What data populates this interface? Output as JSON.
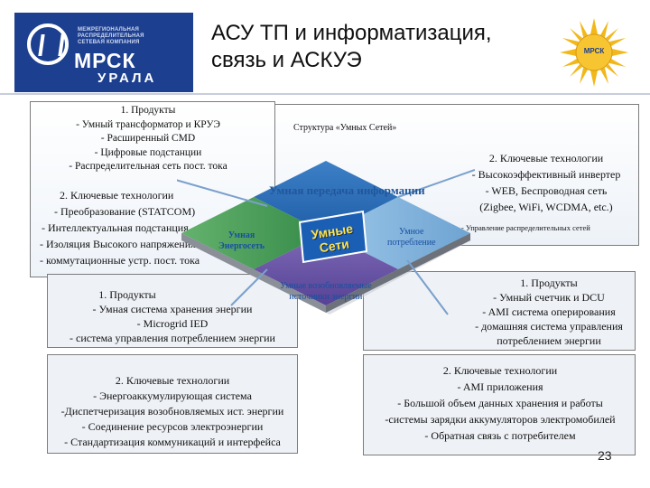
{
  "header": {
    "logo_small": [
      "МЕЖРЕГИОНАЛЬНАЯ",
      "РАСПРЕДЕЛИТЕЛЬНАЯ",
      "СЕТЕВАЯ КОМПАНИЯ"
    ],
    "logo_big": "МРСК",
    "logo_region": "УРАЛА",
    "title_line1": "АСУ ТП и информатизация,",
    "title_line2": "связь и АСКУЭ",
    "sun_label": "МРСК"
  },
  "panel_top_left": {
    "lines": [
      "1. Продукты",
      "- Умный трансформатор и КРУЭ",
      "- Расширенный CMD",
      "- Цифровые подстанции",
      "- Распределительная сеть пост. тока"
    ],
    "tech_lines": [
      "2. Ключевые технологии",
      "- Преобразование (STATCOM)",
      "- Интеллектуальная подстанция",
      "- Изоляция Высокого напряжения",
      "- коммутационные устр. пост. тока"
    ]
  },
  "panel_top_right": {
    "caption": "Структура «Умных Сетей»",
    "lines": [
      "2. Ключевые технологии",
      "- Высокоэффективный инвертер",
      "- WEB, Беспроводная сеть",
      "(Zigbee, WiFi, WCDMA, etc.)"
    ],
    "extra": "- Управление распределительных сетей"
  },
  "diagram": {
    "label_top": "Умная передача информации",
    "label_left": [
      "Умная",
      "Энергосеть"
    ],
    "label_right": [
      "Умное",
      "потребление"
    ],
    "label_bottom": [
      "Умные возобновляемые",
      "источники энергии"
    ],
    "center": "Умные Сети"
  },
  "panel_bottom_left": {
    "lines": [
      "1. Продукты",
      "- Умная система хранения энергии",
      "- Microgrid IED",
      "- система управления потреблением энергии"
    ],
    "tech_lines": [
      "2. Ключевые технологии",
      "- Энергоаккумулирующая система",
      "-Диспетчеризация возобновляемых ист. энергии",
      "- Соединение ресурсов электроэнергии",
      "- Стандартизация коммуникаций и интерфейса"
    ]
  },
  "panel_bottom_right": {
    "lines": [
      "1. Продукты",
      "- Умный счетчик и DCU",
      "- AMI система оперирования",
      "- домашняя система управления",
      "потреблением энергии"
    ],
    "tech_lines": [
      "2. Ключевые технологии",
      "- AMI приложения",
      "- Большой объем данных хранения и работы",
      "-системы зарядки аккумуляторов электромобилей",
      "- Обратная связь с потребителем"
    ]
  },
  "page_number": "23",
  "colors": {
    "brand_blue": "#1d3f8f",
    "sun_yellow": "#f2b81a",
    "diagram_top": "#2d6eb5",
    "diagram_left": "#3e9a56",
    "diagram_right": "#7fb3dc",
    "diagram_bottom": "#6d57a6",
    "center_box": "#1b5fb5"
  }
}
